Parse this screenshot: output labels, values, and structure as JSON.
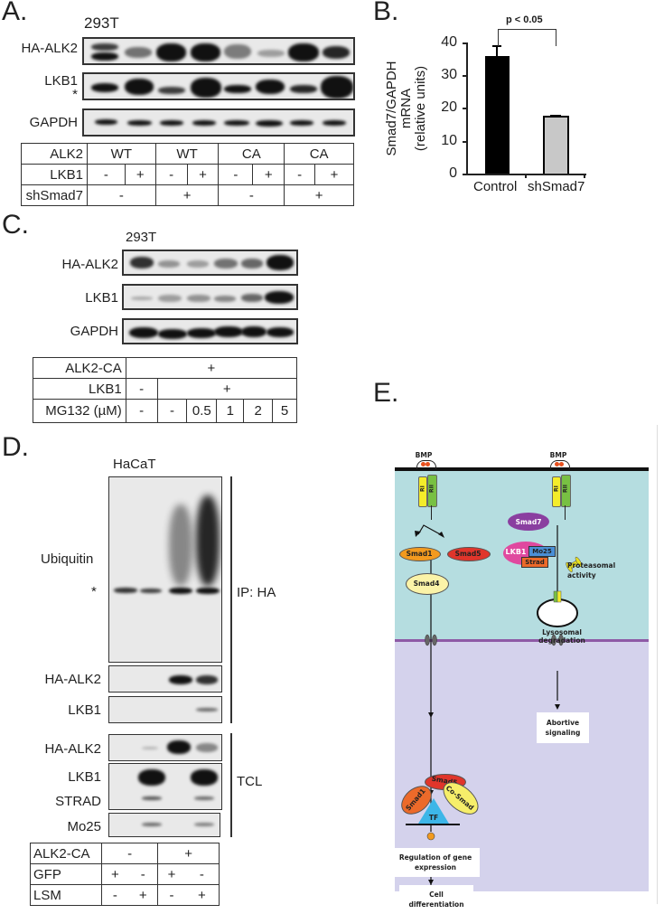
{
  "panels": {
    "A": {
      "letter": "A.",
      "cell_line": "293T",
      "blots": [
        "HA-ALK2",
        "LKB1",
        "GAPDH"
      ],
      "asterisk": "*",
      "table": {
        "rows": [
          {
            "label": "ALK2",
            "cells": [
              "WT",
              "WT",
              "CA",
              "CA"
            ]
          },
          {
            "label": "LKB1",
            "cells": [
              "-",
              "+",
              "-",
              "+",
              "-",
              "+",
              "-",
              "+"
            ]
          },
          {
            "label": "shSmad7",
            "cells": [
              "-",
              "+",
              "-",
              "+"
            ]
          }
        ]
      }
    },
    "B": {
      "letter": "B.",
      "significance": "p < 0.05",
      "ylabel_line1": "Smad7/GAPDH",
      "ylabel_line2": "mRNA",
      "ylabel_line3": "(relative units)",
      "yticks": [
        "40",
        "30",
        "20",
        "10",
        "0"
      ],
      "categories": [
        "Control",
        "shSmad7"
      ]
    },
    "C": {
      "letter": "C.",
      "cell_line": "293T",
      "blots": [
        "HA-ALK2",
        "LKB1",
        "GAPDH"
      ],
      "table": {
        "rows": [
          {
            "label": "ALK2-CA",
            "cells": [
              "+"
            ]
          },
          {
            "label": "LKB1",
            "cells": [
              "-",
              "+"
            ]
          },
          {
            "label": "MG132 (µM)",
            "cells": [
              "-",
              "-",
              "0.5",
              "1",
              "2",
              "5"
            ]
          }
        ]
      }
    },
    "D": {
      "letter": "D.",
      "cell_line": "HaCaT",
      "ip_blots": [
        "Ubiquitin",
        "HA-ALK2",
        "LKB1"
      ],
      "tcl_blots": [
        "HA-ALK2",
        "LKB1",
        "STRAD",
        "Mo25"
      ],
      "asterisk": "*",
      "ip_label": "IP: HA",
      "tcl_label": "TCL",
      "table": {
        "rows": [
          {
            "label": "ALK2-CA",
            "cells": [
              "-",
              "+"
            ]
          },
          {
            "label": "GFP",
            "cells": [
              "+",
              "-",
              "+",
              "-"
            ]
          },
          {
            "label": "LSM",
            "cells": [
              "-",
              "+",
              "-",
              "+"
            ]
          }
        ]
      }
    },
    "E": {
      "letter": "E.",
      "left": {
        "ligand": "BMP",
        "receptor_1": "RI",
        "receptor_2": "RII",
        "smad1": "Smad1",
        "smad5": "Smad5",
        "smad4": "Smad4",
        "complex_smad5": "Smad5",
        "complex_smad1": "Smad1",
        "complex_cosmad": "Co-Smad",
        "tf": "TF",
        "outcome_1": "Regulation of gene expression",
        "outcome_2": "Cell differentiation"
      },
      "right": {
        "ligand": "BMP",
        "receptor_1": "RI",
        "receptor_2": "RII",
        "smad7": "Smad7",
        "lkb1": "LKB1",
        "mo25": "Mo25",
        "strad": "Strad",
        "proteasome": "Proteasomal activity",
        "lysosome": "Lysosomal degradation",
        "outcome": "Abortive signaling"
      },
      "colors": {
        "cytoplasm": "#b5dde0",
        "nucleus": "#d4d2ec",
        "nuclear_membrane": "#8e5aa6",
        "smad1": "#f29a1f",
        "smad5": "#e0352b",
        "smad4": "#fbf3a8",
        "smad7": "#8a3fa0",
        "lkb1": "#e0499f",
        "mo25": "#4a8fd6",
        "strad": "#ec6a2a",
        "ri": "#f4ec2a",
        "rii": "#78c043",
        "tf": "#3db6e8"
      }
    }
  },
  "chart_data": {
    "type": "bar",
    "title": "",
    "categories": [
      "Control",
      "shSmad7"
    ],
    "values": [
      35.8,
      17.5
    ],
    "errors": [
      3.2,
      0.5
    ],
    "colors": [
      "#000000",
      "#c8c8c8"
    ],
    "xlabel": "",
    "ylabel": "Smad7/GAPDH mRNA (relative units)",
    "ylim": [
      0,
      40
    ],
    "yticks": [
      0,
      10,
      20,
      30,
      40
    ],
    "annotations": [
      "p < 0.05"
    ],
    "grid": false,
    "legend": "none"
  }
}
